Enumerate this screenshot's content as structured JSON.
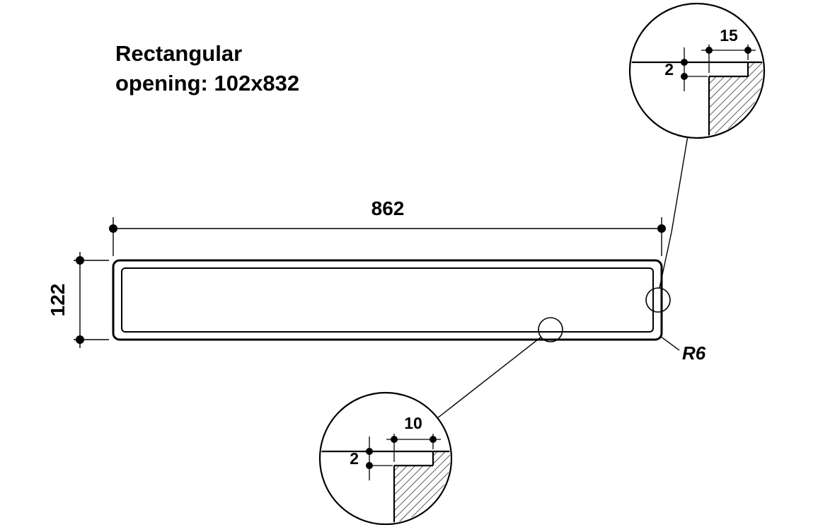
{
  "title": {
    "line1": "Rectangular",
    "line2": "opening: 102x832"
  },
  "dimensions": {
    "width": "862",
    "height": "122",
    "corner_radius": "R6"
  },
  "details": {
    "top_right": {
      "step_width": "15",
      "step_depth": "2"
    },
    "bottom": {
      "step_width": "10",
      "step_depth": "2"
    }
  },
  "colors": {
    "line": "#000000",
    "background": "#ffffff"
  }
}
